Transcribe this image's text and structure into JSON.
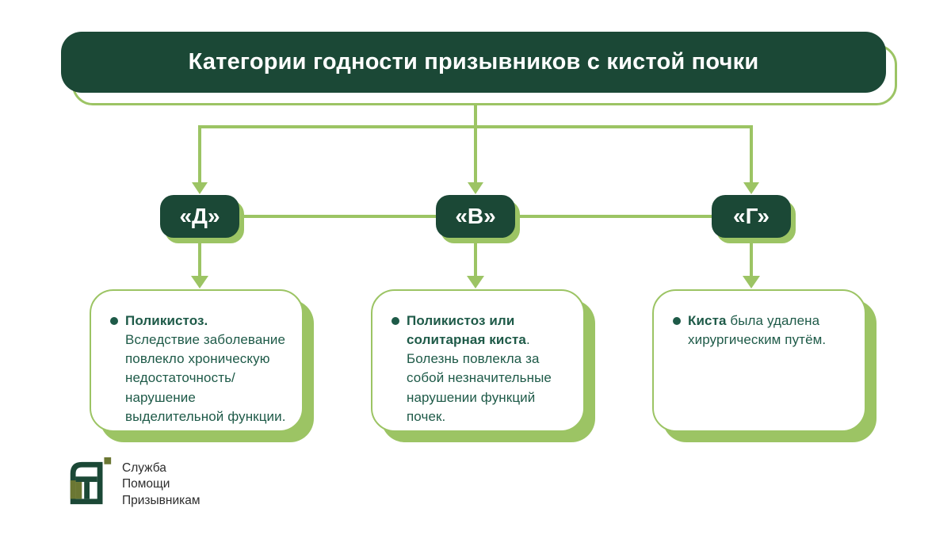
{
  "theme": {
    "dark_green": "#1b4836",
    "accent_green": "#9cc464",
    "text_green": "#1e5a48",
    "logo_olive": "#6b7733",
    "logo_text_color": "#2d2d2d",
    "background": "#ffffff"
  },
  "title": "Категории годности призывников с кистой почки",
  "nodes": [
    {
      "label": "«Д»"
    },
    {
      "label": "«В»"
    },
    {
      "label": "«Г»"
    }
  ],
  "cards": [
    {
      "lead": "Поликистоз.",
      "body": " Вследствие заболевание повлекло хроническую недостаточность/ нарушение выделительной функции."
    },
    {
      "lead": "Поликистоз или солитарная киста",
      "body": ". Болезнь повлекла за собой незначительные нарушении функций почек."
    },
    {
      "lead": "Киста",
      "body": " была удалена хирургическим путём."
    }
  ],
  "logo": {
    "line1": "Служба",
    "line2": "Помощи",
    "line3": "Призывникам"
  }
}
